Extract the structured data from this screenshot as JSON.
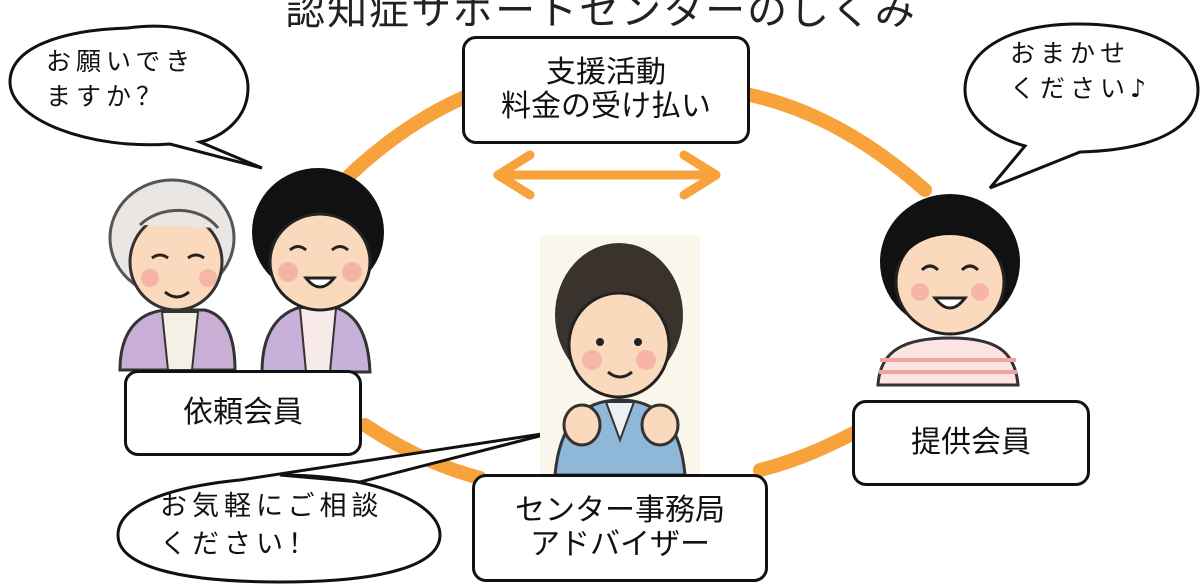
{
  "title": "認知症サポートセンターのしくみ",
  "center_label": {
    "line1": "支援活動",
    "line2": "料金の受け払い"
  },
  "requester": {
    "label": "依頼会員",
    "speech": [
      "お願いでき",
      "ますか？"
    ]
  },
  "provider": {
    "label": "提供会員",
    "speech": [
      "おまかせ",
      "ください♪"
    ]
  },
  "office": {
    "line1": "センター事務局",
    "line2": "アドバイザー",
    "speech": [
      "お気軽にご相談",
      "ください！"
    ]
  },
  "colors": {
    "cycle": "#f7a23a",
    "outline": "#111111"
  },
  "icons": [
    "orange-cycle-ring",
    "double-arrow-icon",
    "elderly-woman-figure",
    "family-woman-figure",
    "provider-girl-figure",
    "adviser-staff-figure"
  ]
}
